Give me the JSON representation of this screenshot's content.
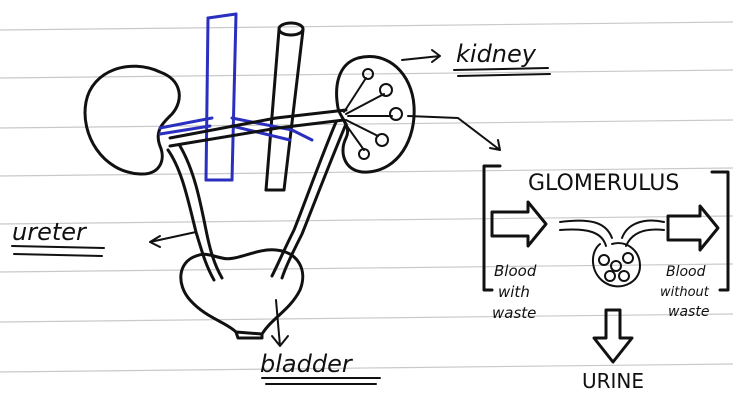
{
  "labels": {
    "kidney": "kidney",
    "ureter": "ureter",
    "bladder": "bladder",
    "glomerulus": "GLOMERULUS",
    "blood_with_waste_1": "Blood",
    "blood_with_waste_2": "with",
    "blood_with_waste_3": "waste",
    "blood_without_waste_1": "Blood",
    "blood_without_waste_2": "without",
    "blood_without_waste_3": "waste",
    "urine": "URINE"
  },
  "colors": {
    "ink": "#111111",
    "vein": "#2a2fbf",
    "paper_rule": "#c9c9c9"
  }
}
